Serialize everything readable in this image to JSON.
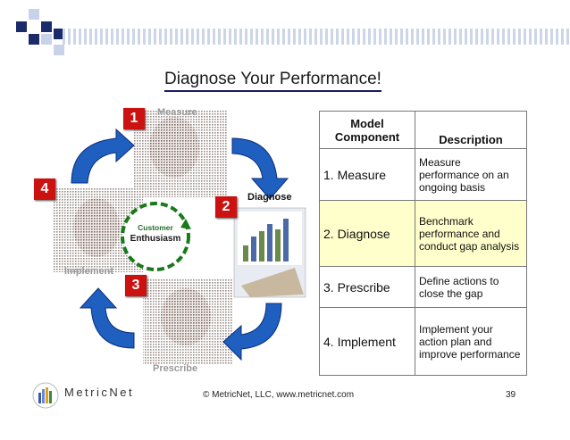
{
  "slide": {
    "title": "Diagnose Your Performance!",
    "colors": {
      "accent_red": "#cc1111",
      "arrow_blue": "#1f5fbf",
      "accent_green": "#1a7a1a",
      "row_yellow": "#ffffcc"
    }
  },
  "cycle": {
    "steps": [
      {
        "number": "1",
        "label": "Measure"
      },
      {
        "number": "2",
        "label": "Diagnose"
      },
      {
        "number": "3",
        "label": "Prescribe"
      },
      {
        "number": "4",
        "label": "Implement"
      }
    ],
    "center_small": "Customer",
    "center_big": "Enthusiasm"
  },
  "table": {
    "headers": [
      "Model Component",
      "Description"
    ],
    "rows": [
      {
        "component": "1. Measure",
        "description": "Measure performance on an ongoing basis",
        "highlight": false
      },
      {
        "component": "2. Diagnose",
        "description": "Benchmark performance and conduct gap analysis",
        "highlight": true
      },
      {
        "component": "3. Prescribe",
        "description": "Define actions to close the gap",
        "highlight": false
      },
      {
        "component": "4. Implement",
        "description": "Implement your action plan and improve performance",
        "highlight": false
      }
    ]
  },
  "footer": {
    "brand": "MetricNet",
    "copyright": "© MetricNet, LLC, www.metricnet.com",
    "page": "39"
  }
}
